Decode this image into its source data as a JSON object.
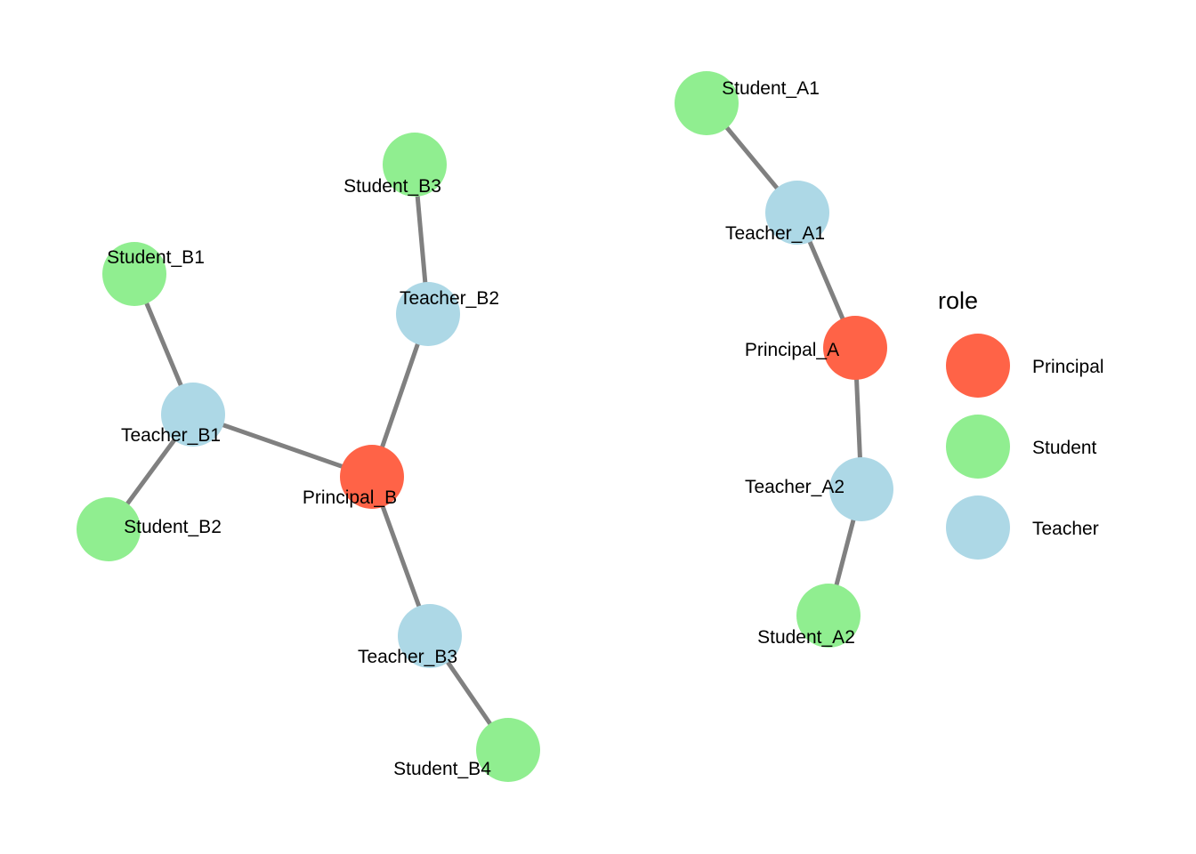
{
  "colors": {
    "Principal": "#ff6347",
    "Student": "#90ee90",
    "Teacher": "#add8e6",
    "edge": "#808080"
  },
  "nodes": [
    {
      "id": "Student_A1",
      "label": "Student_A1",
      "role": "Student"
    },
    {
      "id": "Teacher_A1",
      "label": "Teacher_A1",
      "role": "Teacher"
    },
    {
      "id": "Principal_A",
      "label": "Principal_A",
      "role": "Principal"
    },
    {
      "id": "Teacher_A2",
      "label": "Teacher_A2",
      "role": "Teacher"
    },
    {
      "id": "Student_A2",
      "label": "Student_A2",
      "role": "Student"
    },
    {
      "id": "Student_B3",
      "label": "Student_B3",
      "role": "Student"
    },
    {
      "id": "Teacher_B2",
      "label": "Teacher_B2",
      "role": "Teacher"
    },
    {
      "id": "Student_B1",
      "label": "Student_B1",
      "role": "Student"
    },
    {
      "id": "Teacher_B1",
      "label": "Teacher_B1",
      "role": "Teacher"
    },
    {
      "id": "Principal_B",
      "label": "Principal_B",
      "role": "Principal"
    },
    {
      "id": "Student_B2",
      "label": "Student_B2",
      "role": "Student"
    },
    {
      "id": "Teacher_B3",
      "label": "Teacher_B3",
      "role": "Teacher"
    },
    {
      "id": "Student_B4",
      "label": "Student_B4",
      "role": "Student"
    }
  ],
  "edges": [
    {
      "from": "Student_A1",
      "to": "Teacher_A1"
    },
    {
      "from": "Teacher_A1",
      "to": "Principal_A"
    },
    {
      "from": "Principal_A",
      "to": "Teacher_A2"
    },
    {
      "from": "Teacher_A2",
      "to": "Student_A2"
    },
    {
      "from": "Student_B3",
      "to": "Teacher_B2"
    },
    {
      "from": "Teacher_B2",
      "to": "Principal_B"
    },
    {
      "from": "Student_B1",
      "to": "Teacher_B1"
    },
    {
      "from": "Teacher_B1",
      "to": "Principal_B"
    },
    {
      "from": "Teacher_B1",
      "to": "Student_B2"
    },
    {
      "from": "Principal_B",
      "to": "Teacher_B3"
    },
    {
      "from": "Teacher_B3",
      "to": "Student_B4"
    }
  ],
  "legend": {
    "title": "role",
    "items": [
      {
        "label": "Principal",
        "role": "Principal"
      },
      {
        "label": "Student",
        "role": "Student"
      },
      {
        "label": "Teacher",
        "role": "Teacher"
      }
    ]
  }
}
